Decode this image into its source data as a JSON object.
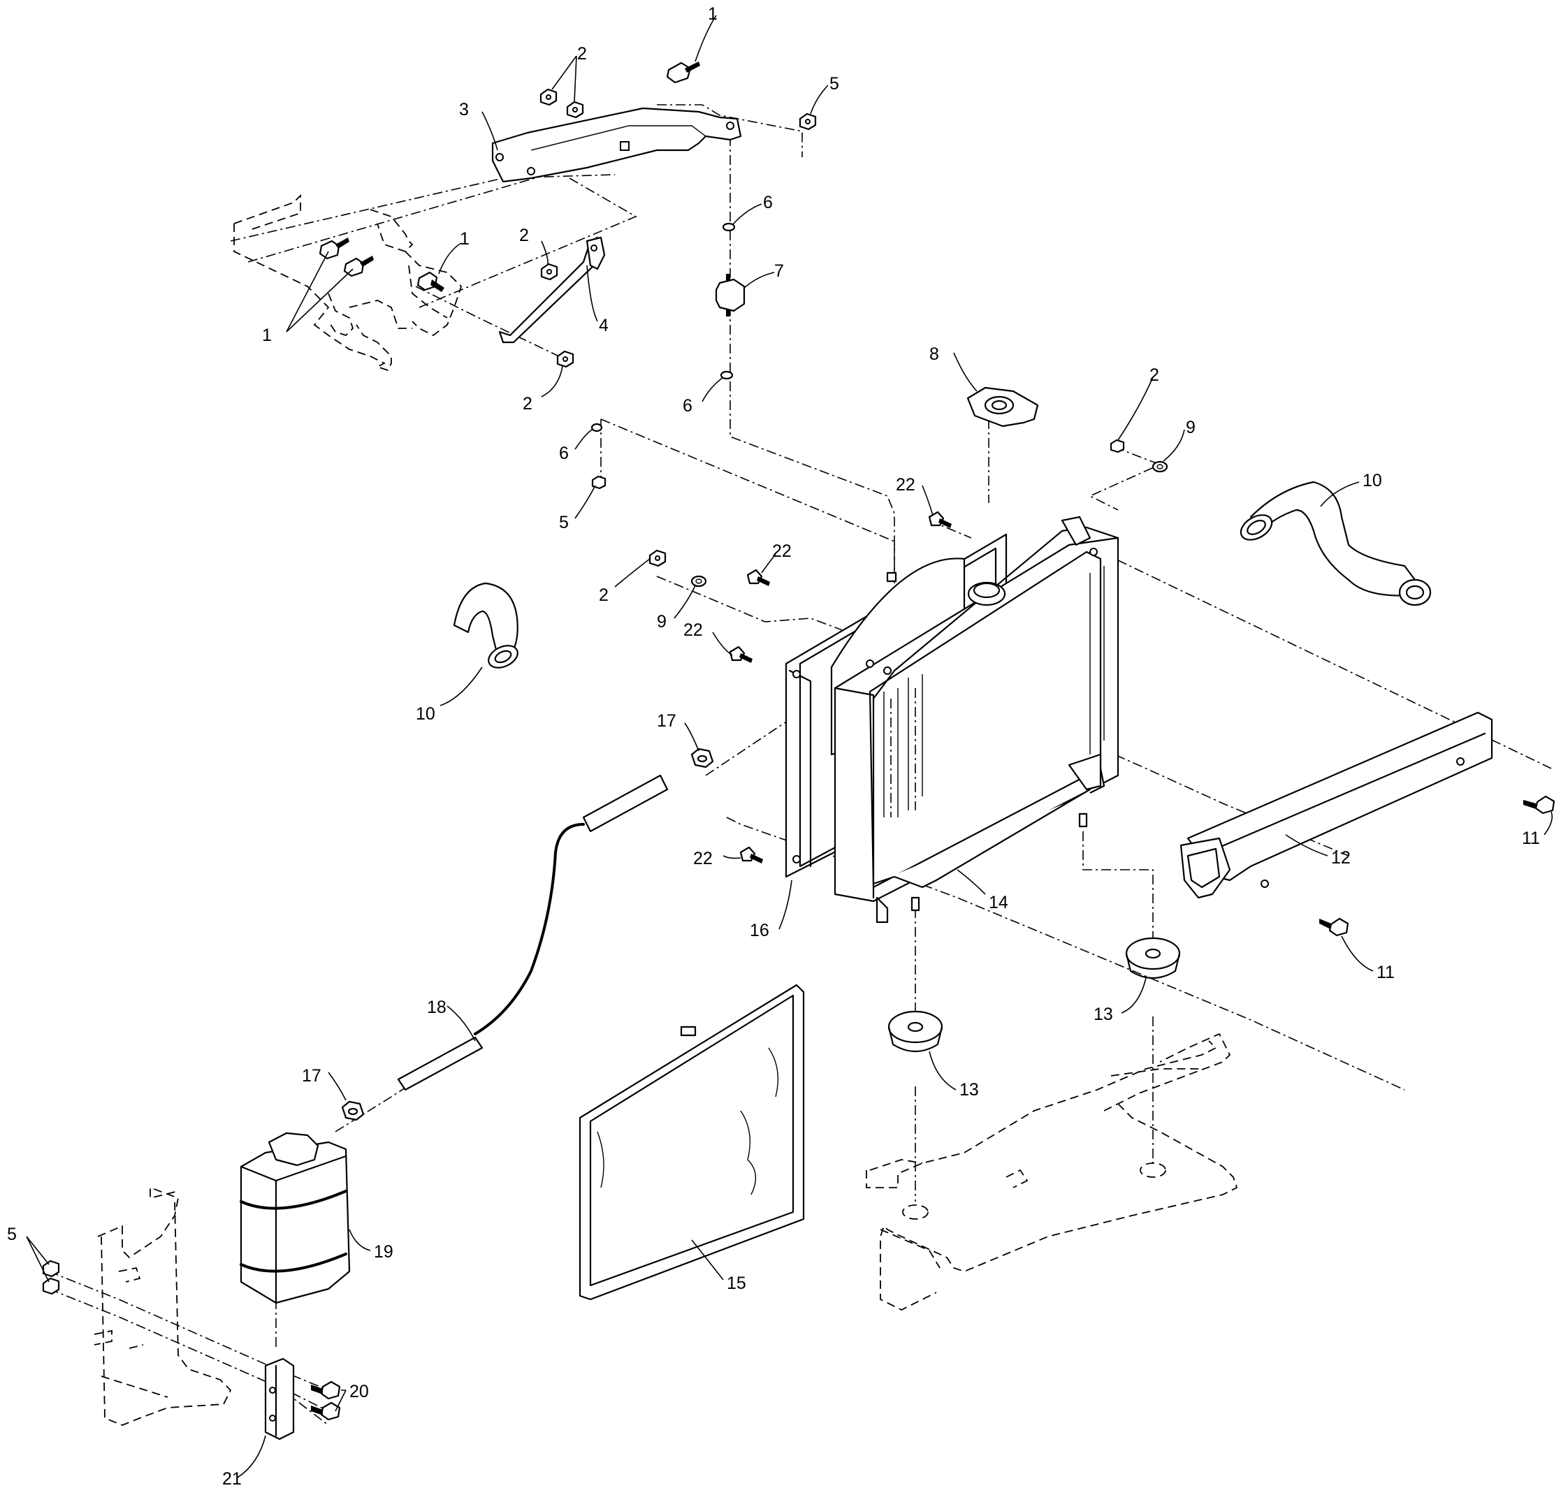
{
  "callouts": [
    {
      "label": "1"
    },
    {
      "label": "2"
    },
    {
      "label": "5"
    },
    {
      "label": "3"
    },
    {
      "label": "2"
    },
    {
      "label": "1"
    },
    {
      "label": "6"
    },
    {
      "label": "7"
    },
    {
      "label": "4"
    },
    {
      "label": "1"
    },
    {
      "label": "2"
    },
    {
      "label": "6"
    },
    {
      "label": "8"
    },
    {
      "label": "2"
    },
    {
      "label": "9"
    },
    {
      "label": "6"
    },
    {
      "label": "5"
    },
    {
      "label": "22"
    },
    {
      "label": "10"
    },
    {
      "label": "22"
    },
    {
      "label": "2"
    },
    {
      "label": "9"
    },
    {
      "label": "10"
    },
    {
      "label": "22"
    },
    {
      "label": "17"
    },
    {
      "label": "12"
    },
    {
      "label": "11"
    },
    {
      "label": "22"
    },
    {
      "label": "14"
    },
    {
      "label": "16"
    },
    {
      "label": "11"
    },
    {
      "label": "13"
    },
    {
      "label": "18"
    },
    {
      "label": "13"
    },
    {
      "label": "17"
    },
    {
      "label": "19"
    },
    {
      "label": "5"
    },
    {
      "label": "15"
    },
    {
      "label": "20"
    },
    {
      "label": "21"
    }
  ]
}
